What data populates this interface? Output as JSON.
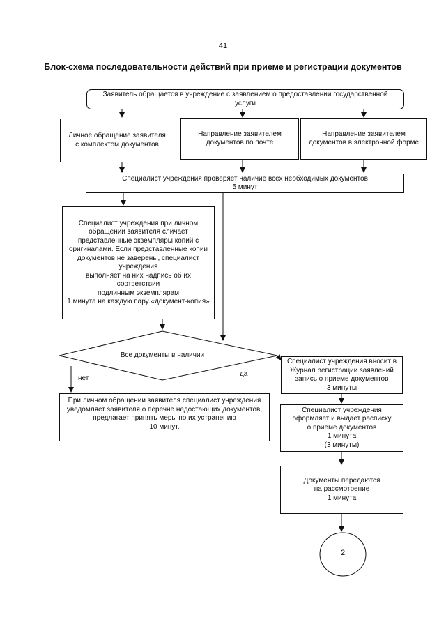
{
  "page": {
    "number": "41",
    "title": "Блок-схема последовательности действий при приеме и регистрации документов"
  },
  "flow": {
    "start": "Заявитель обращается в учреждение с заявлением о предоставлении государственной\nуслуги",
    "channel_personal": "Личное обращение заявителя\nс комплектом документов",
    "channel_mail": "Направление заявителем\nдокументов по почте",
    "channel_electronic": "Направление заявителем\nдокументов в электронной форме",
    "check_documents": "Специалист учреждения проверяет наличие всех необходимых документов\n5 минут",
    "verify_copies": "Специалист учреждения при личном\nобращении заявителя сличает\nпредставленные экземпляры копий с\nоригиналами. Если представленные копии\nдокументов не заверены, специалист\nучреждения\nвыполняет на них надпись об их\nсоответствии\nподлинным экземплярам\n1 минута на каждую пару «документ-копия»",
    "decision": "Все документы в наличии",
    "label_no": "нет",
    "label_yes": "да",
    "notify_missing": "При личном обращении заявителя специалист учреждения\nуведомляет заявителя о перечне недостающих документов,\nпредлагает принять меры по их устранению\n10 минут.",
    "register_journal": "Специалист учреждения вносит в\nЖурнал регистрации заявлений\nзапись о приеме документов\n3 минуты",
    "issue_receipt": "Специалист учреждения\nоформляет и выдает расписку\nо приеме документов\n1 минута\n(3 минуты)",
    "transfer_documents": "Документы передаются\nна рассмотрение\n1 минута",
    "connector": "2"
  }
}
